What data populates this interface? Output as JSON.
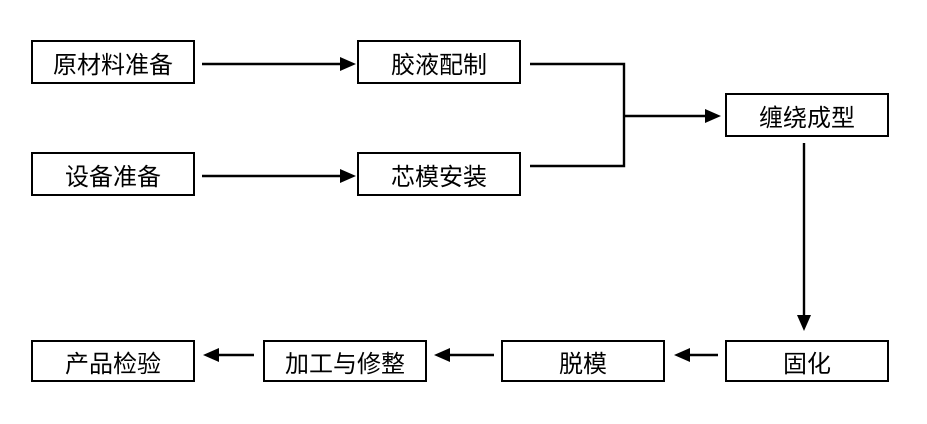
{
  "diagram": {
    "nodes": {
      "raw_materials": "原材料准备",
      "glue_prep": "胶液配制",
      "equipment": "设备准备",
      "mandrel": "芯模安装",
      "winding": "缠绕成型",
      "curing": "固化",
      "demolding": "脱模",
      "machining": "加工与修整",
      "inspection": "产品检验"
    },
    "edges": [
      {
        "from": "raw_materials",
        "to": "glue_prep"
      },
      {
        "from": "equipment",
        "to": "mandrel"
      },
      {
        "from": "glue_prep",
        "to": "winding"
      },
      {
        "from": "mandrel",
        "to": "winding"
      },
      {
        "from": "winding",
        "to": "curing"
      },
      {
        "from": "curing",
        "to": "demolding"
      },
      {
        "from": "demolding",
        "to": "machining"
      },
      {
        "from": "machining",
        "to": "inspection"
      }
    ],
    "colors": {
      "line": "#000000",
      "box_border": "#000000",
      "box_fill": "#ffffff",
      "text": "#000000"
    }
  }
}
